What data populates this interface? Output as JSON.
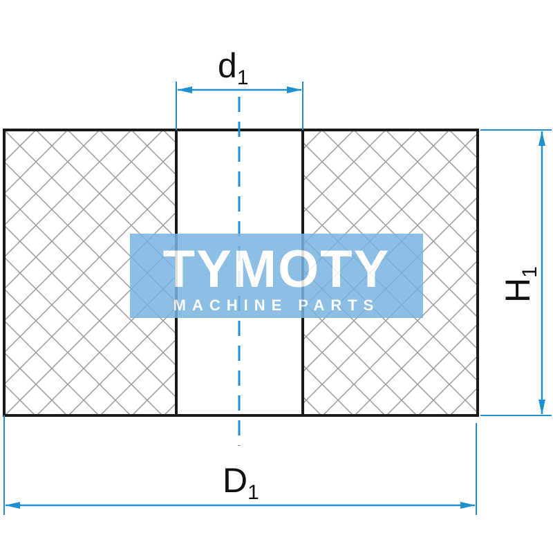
{
  "labels": {
    "inner_diameter": {
      "main": "d",
      "sub": "1"
    },
    "outer_diameter": {
      "main": "D",
      "sub": "1"
    },
    "height": {
      "main": "H",
      "sub": "1"
    }
  },
  "watermark": {
    "brand": "TYMOTY",
    "tagline": "MACHINE PARTS"
  },
  "colors": {
    "outline": "#1a1a1a",
    "hatch": "#9a9a9a",
    "dimension": "#1e90d0",
    "centerline": "#1e90d0",
    "watermark_bg": "#7ab3e0",
    "watermark_text": "#ffffff"
  }
}
